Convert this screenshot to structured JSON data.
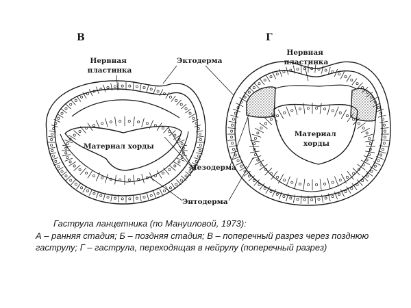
{
  "panels": {
    "left_letter": "В",
    "right_letter": "Г"
  },
  "labels": {
    "neural_plate_left": [
      "Нервная",
      "пластинка"
    ],
    "neural_plate_right": [
      "Нервная",
      "пластинка"
    ],
    "ectoderm": "Эктодерма",
    "notochord_left": "Материал хорды",
    "notochord_right": [
      "Материал",
      "хорды"
    ],
    "mesoderm": "Мезодерма",
    "endoderm": "Энтодерма"
  },
  "caption": {
    "title": "Гаструла ланцетника (по Мануиловой, 1973):",
    "body": "А – ранняя стадия; Б – поздняя стадия; В – поперечный разрез через позднюю гаструлу; Г – гаструла, переходящая в нейрулу (поперечный разрез)"
  }
}
